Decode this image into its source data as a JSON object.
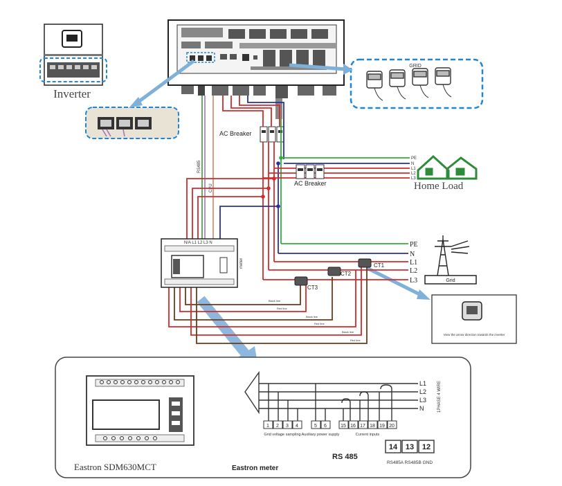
{
  "labels": {
    "inverter": "Inverter",
    "grid_ct_group": "GRID",
    "ac_breaker_top": "AC Breaker",
    "ac_breaker_mid": "AC Breaker",
    "home_load": "Home Load",
    "meter_vertical": "meter",
    "meter_top_terminals": "N/A L1 L2 L3 N",
    "grid": "Grid",
    "ct1": "CT1",
    "ct2": "CT2",
    "ct3": "CT3",
    "ct_note": "View the arrow direction towards the inverter",
    "sdm_model": "Eastron  SDM630MCT",
    "eastron_meter": "Eastron meter",
    "rs485": "RS 485",
    "rs485_pins": [
      "14",
      "13",
      "12"
    ],
    "rs485_pin_labels": "RS485A  RS485B  GND",
    "terminal_numbers_left": [
      "1",
      "2",
      "3",
      "4"
    ],
    "terminal_numbers_aux": [
      "5",
      "6"
    ],
    "terminal_numbers_ct": [
      "15",
      "16",
      "17",
      "18",
      "19",
      "20"
    ],
    "caption_grid_voltage": "Grid voltage sampling",
    "caption_aux_power": "Auxiliary power supply",
    "caption_current_inputs": "Current inputs",
    "bus_labels": [
      "L1",
      "L2",
      "L3",
      "N"
    ],
    "load_side_lines": [
      "PE",
      "N",
      "L1",
      "L2",
      "L3"
    ],
    "grid_side_lines": [
      "PE",
      "N",
      "L1",
      "L2",
      "L3"
    ],
    "rs485_cable_left": "RS485",
    "rs485_cable_right": "CPU",
    "wire_labels": [
      "Black line",
      "Red line",
      "Black line",
      "Red line",
      "Black line",
      "Red line"
    ],
    "bus_vertical_label": "1PHASE 4 WIRE"
  },
  "colors": {
    "pe": "#2fae3a",
    "neutral": "#2a2f9a",
    "phase": "#d42a2a",
    "ct_black": "#6b3a1a",
    "callout": "#1f86d6",
    "arrow": "#7fb0d8",
    "house": "#2e8b3a"
  }
}
